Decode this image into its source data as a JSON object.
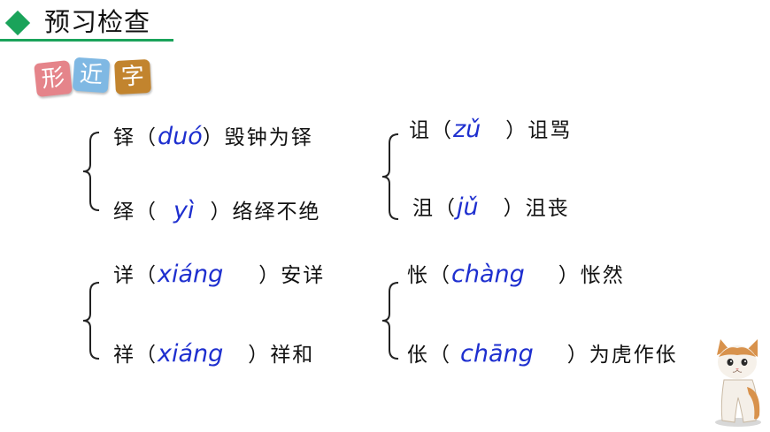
{
  "header": {
    "title": "预习检查",
    "accent": "#1aa35a"
  },
  "section_tiles": [
    "形",
    "近",
    "字"
  ],
  "groups": [
    {
      "rows": [
        {
          "char": "铎",
          "open": "（",
          "pinyin": "duó",
          "close": "）",
          "word": "毁钟为铎"
        },
        {
          "char": "绎",
          "open": "（",
          "pinyin": "yì",
          "close": "）",
          "word": "络绎不绝"
        }
      ]
    },
    {
      "rows": [
        {
          "char": "诅",
          "open": "（",
          "pinyin": "zǔ",
          "close": "）",
          "word": "诅骂"
        },
        {
          "char": "沮",
          "open": "（",
          "pinyin": "jǔ",
          "close": "）",
          "word": "沮丧"
        }
      ]
    },
    {
      "rows": [
        {
          "char": "详",
          "open": "（",
          "pinyin": "xiáng",
          "close": "）",
          "word": "安详"
        },
        {
          "char": "祥",
          "open": "（",
          "pinyin": "xiáng",
          "close": "）",
          "word": "祥和"
        }
      ]
    },
    {
      "rows": [
        {
          "char": "怅",
          "open": "（",
          "pinyin": "chàng",
          "close": "）",
          "word": "怅然"
        },
        {
          "char": "伥",
          "open": "（",
          "pinyin": "chāng",
          "close": "）",
          "word": "为虎作伥"
        }
      ]
    }
  ],
  "colors": {
    "pinyin": "#1e2fcf",
    "text": "#111111"
  },
  "decor": {
    "cat": "kitten-illustration"
  }
}
